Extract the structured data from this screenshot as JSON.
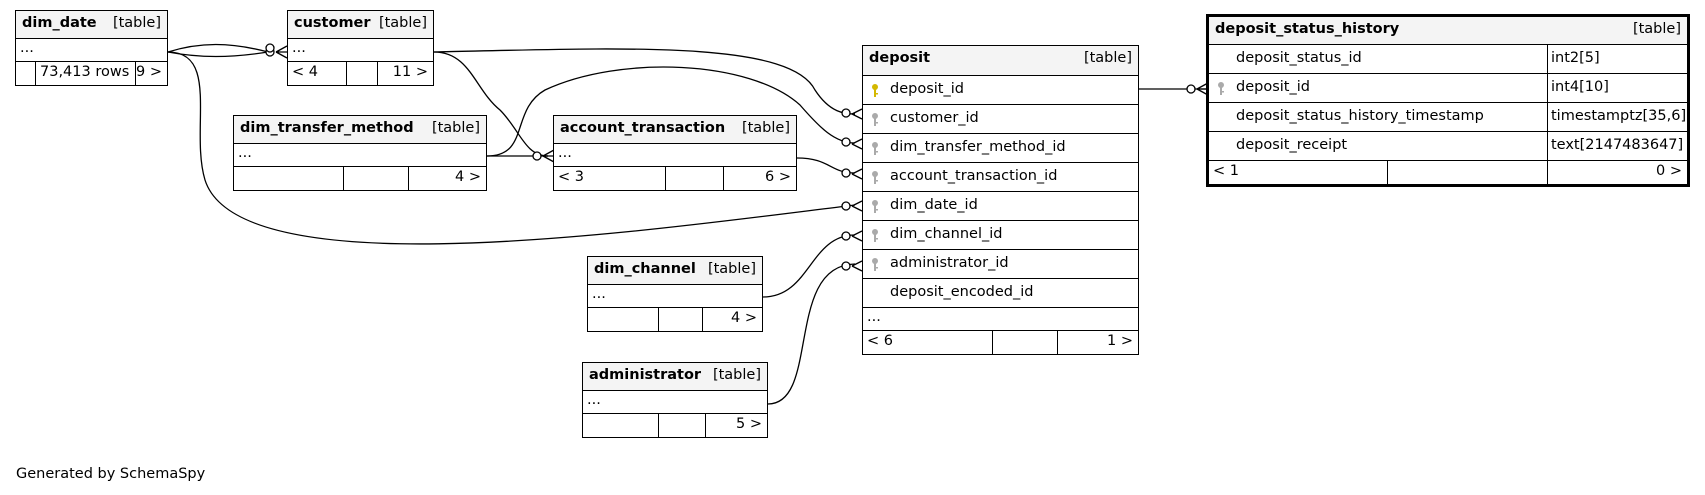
{
  "generated_by": "Generated by SchemaSpy",
  "tables": {
    "dim_date": {
      "name": "dim_date",
      "type": "[table]",
      "ellipsis": "...",
      "footer": {
        "left": "",
        "middle": "73,413 rows",
        "right": "9 >"
      }
    },
    "customer": {
      "name": "customer",
      "type": "[table]",
      "ellipsis": "...",
      "footer": {
        "left": "< 4",
        "middle": "",
        "right": "11 >"
      }
    },
    "dim_transfer_method": {
      "name": "dim_transfer_method",
      "type": "[table]",
      "ellipsis": "...",
      "footer": {
        "left": "",
        "middle": "",
        "right": "4 >"
      }
    },
    "account_transaction": {
      "name": "account_transaction",
      "type": "[table]",
      "ellipsis": "...",
      "footer": {
        "left": "< 3",
        "middle": "",
        "right": "6 >"
      }
    },
    "dim_channel": {
      "name": "dim_channel",
      "type": "[table]",
      "ellipsis": "...",
      "footer": {
        "left": "",
        "middle": "",
        "right": "4 >"
      }
    },
    "administrator": {
      "name": "administrator",
      "type": "[table]",
      "ellipsis": "...",
      "footer": {
        "left": "",
        "middle": "",
        "right": "5 >"
      }
    },
    "deposit": {
      "name": "deposit",
      "type": "[table]",
      "columns": [
        {
          "name": "deposit_id",
          "key": "primary"
        },
        {
          "name": "customer_id",
          "key": "foreign"
        },
        {
          "name": "dim_transfer_method_id",
          "key": "foreign"
        },
        {
          "name": "account_transaction_id",
          "key": "foreign"
        },
        {
          "name": "dim_date_id",
          "key": "foreign"
        },
        {
          "name": "dim_channel_id",
          "key": "foreign"
        },
        {
          "name": "administrator_id",
          "key": "foreign"
        },
        {
          "name": "deposit_encoded_id",
          "key": "none"
        }
      ],
      "ellipsis": "...",
      "footer": {
        "left": "< 6",
        "middle": "",
        "right": "1 >"
      }
    },
    "deposit_status_history": {
      "name": "deposit_status_history",
      "type": "[table]",
      "columns": [
        {
          "name": "deposit_status_id",
          "datatype": "int2[5]",
          "key": "none"
        },
        {
          "name": "deposit_id",
          "datatype": "int4[10]",
          "key": "foreign"
        },
        {
          "name": "deposit_status_history_timestamp",
          "datatype": "timestamptz[35,6]",
          "key": "none"
        },
        {
          "name": "deposit_receipt",
          "datatype": "text[2147483647]",
          "key": "none"
        }
      ],
      "footer": {
        "left": "< 1",
        "middle": "",
        "right": "0 >"
      }
    }
  },
  "colors": {
    "primary_key": "#d4b800",
    "foreign_key": "#aaaaaa",
    "header_bg": "#f4f4f4",
    "line": "#000000"
  }
}
